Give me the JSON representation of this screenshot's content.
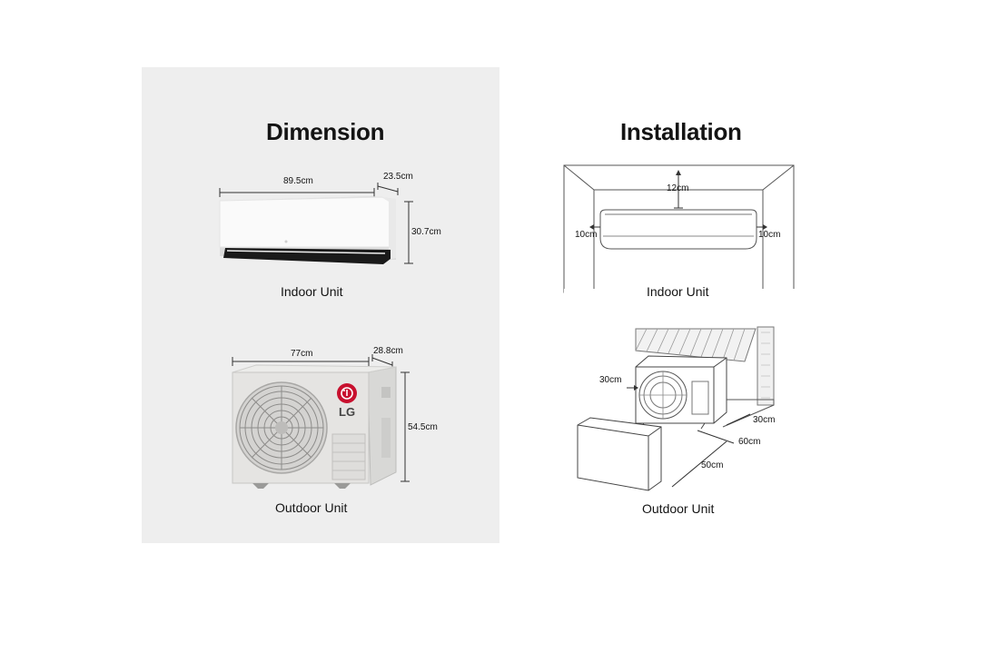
{
  "dimension": {
    "title": "Dimension",
    "indoor": {
      "caption": "Indoor Unit",
      "width": "89.5cm",
      "depth": "23.5cm",
      "height": "30.7cm"
    },
    "outdoor": {
      "caption": "Outdoor Unit",
      "width": "77cm",
      "depth": "28.8cm",
      "height": "54.5cm",
      "logo_text": "LG"
    }
  },
  "installation": {
    "title": "Installation",
    "indoor": {
      "caption": "Indoor Unit",
      "top_clearance": "12cm",
      "left_clearance": "10cm",
      "right_clearance": "10cm"
    },
    "outdoor": {
      "caption": "Outdoor Unit",
      "side_clearance": "30cm",
      "rear_clearance": "30cm",
      "right_clearance": "60cm",
      "front_clearance": "50cm"
    }
  },
  "colors": {
    "panel_bg": "#eeeeee",
    "lg_red": "#c8102e",
    "unit_white": "#fafafa"
  }
}
